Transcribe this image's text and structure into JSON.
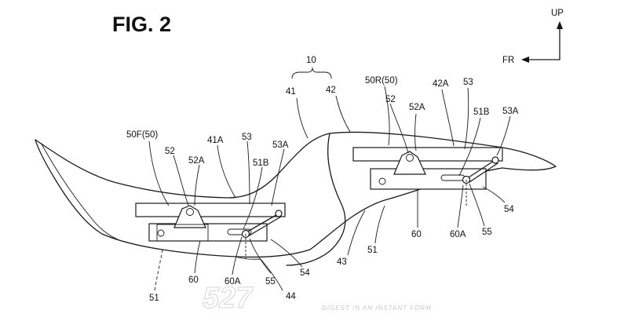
{
  "figure": {
    "title": "FIG. 2",
    "orientation": {
      "up": "UP",
      "front": "FR"
    }
  },
  "labels": {
    "seat_assembly": "10",
    "front_seat_part": "41",
    "rear_seat_part": "42",
    "front_seat_rear_end": "41A",
    "rear_seat_front_end": "42A",
    "boundary": "43",
    "front_seat_unit": "50F(50)",
    "rear_seat_unit": "50R(50)",
    "front_bracket": "52",
    "front_bracket_a": "52A",
    "front_rail_link": "53",
    "front_link_a": "53A",
    "front_slot": "51B",
    "front_base_plate": "60",
    "front_slider": "60A",
    "front_pin": "55",
    "front_lower_bracket": "54",
    "front_frame_note": "44",
    "front_frame": "51",
    "rear_bracket": "52",
    "rear_bracket_a": "52A",
    "rear_link": "53",
    "rear_link_a": "53A",
    "rear_slot": "51B",
    "rear_base_plate": "60",
    "rear_slider": "60A",
    "rear_pin": "55",
    "rear_lower_bracket": "54",
    "rear_frame": "51"
  },
  "watermark": {
    "number": "527",
    "caption": "DIGEST IN AN INSTANT FORM"
  }
}
